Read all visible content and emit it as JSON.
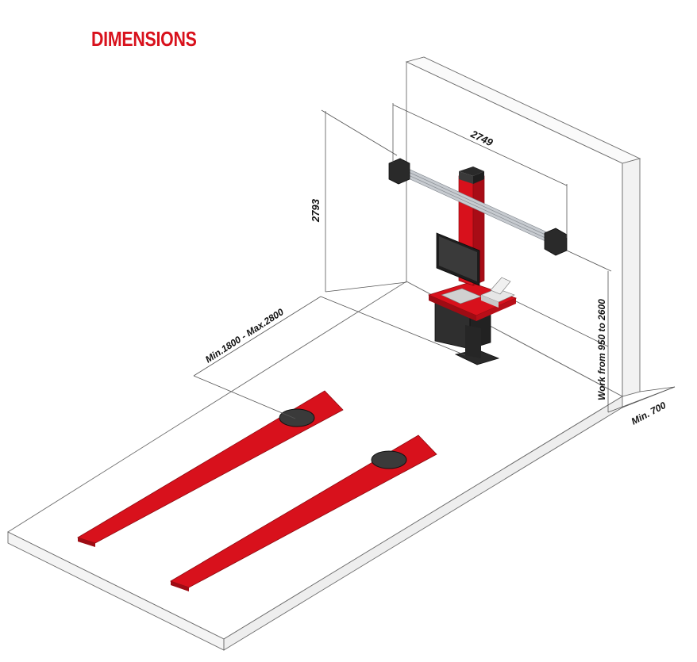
{
  "title": "DIMENSIONS",
  "dimensions": {
    "width": "2749",
    "height": "2793",
    "distance": "Min.1800 - Max.2800",
    "work_height": "Work from 950 to 2600",
    "wall_gap": "Min. 700"
  },
  "colors": {
    "accent": "#d8111c",
    "dark": "#2a2a2a",
    "floor": "#ffffff",
    "outline": "#6a6a6a"
  },
  "icons": [
    "wheel-plate-icon"
  ]
}
